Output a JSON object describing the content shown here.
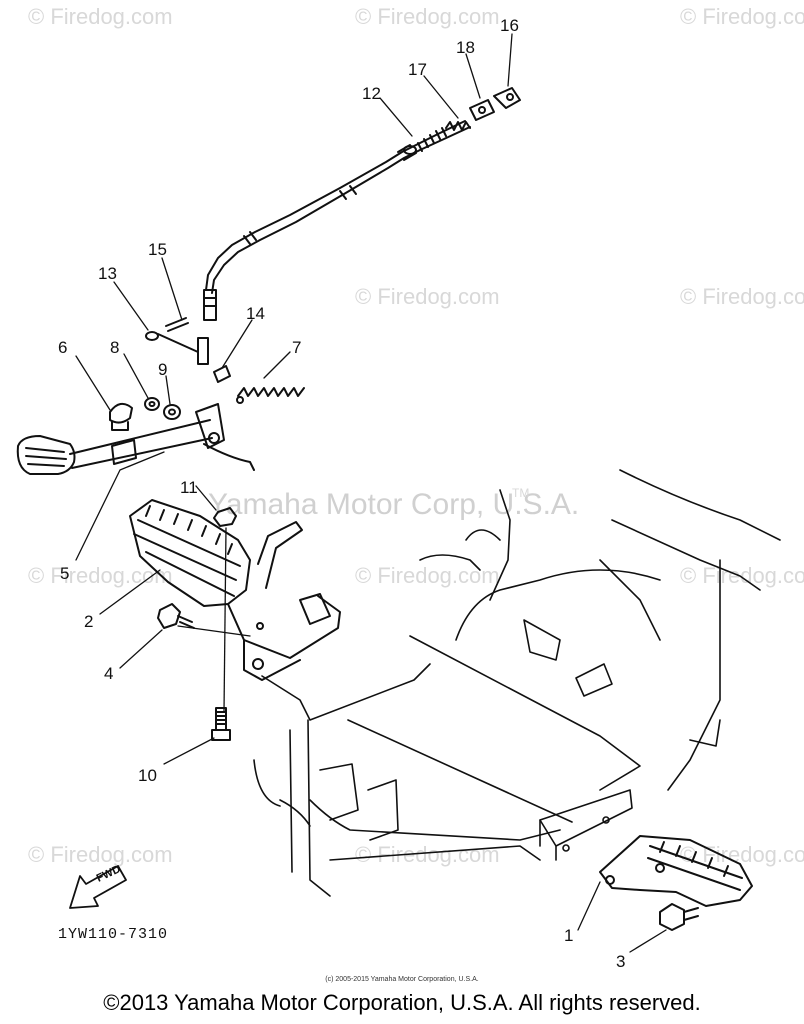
{
  "watermarks": {
    "firedog": "© Firedog.com",
    "center": "Yamaha Motor Corp, U.S.A.",
    "tm": "TM"
  },
  "callouts": {
    "c1": "1",
    "c2": "2",
    "c3": "3",
    "c4": "4",
    "c5": "5",
    "c6": "6",
    "c7": "7",
    "c8": "8",
    "c9": "9",
    "c10": "10",
    "c11": "11",
    "c12": "12",
    "c13": "13",
    "c14": "14",
    "c15": "15",
    "c16": "16",
    "c17": "17",
    "c18": "18"
  },
  "fwd_label": "FWD",
  "part_code": "1YW110-7310",
  "small_copyright": "(c) 2005-2015 Yamaha Motor Corporation, U.S.A.",
  "footer": "©2013 Yamaha Motor Corporation, U.S.A. All rights reserved.",
  "colors": {
    "line": "#111111",
    "watermark": "#d8d8d8"
  }
}
